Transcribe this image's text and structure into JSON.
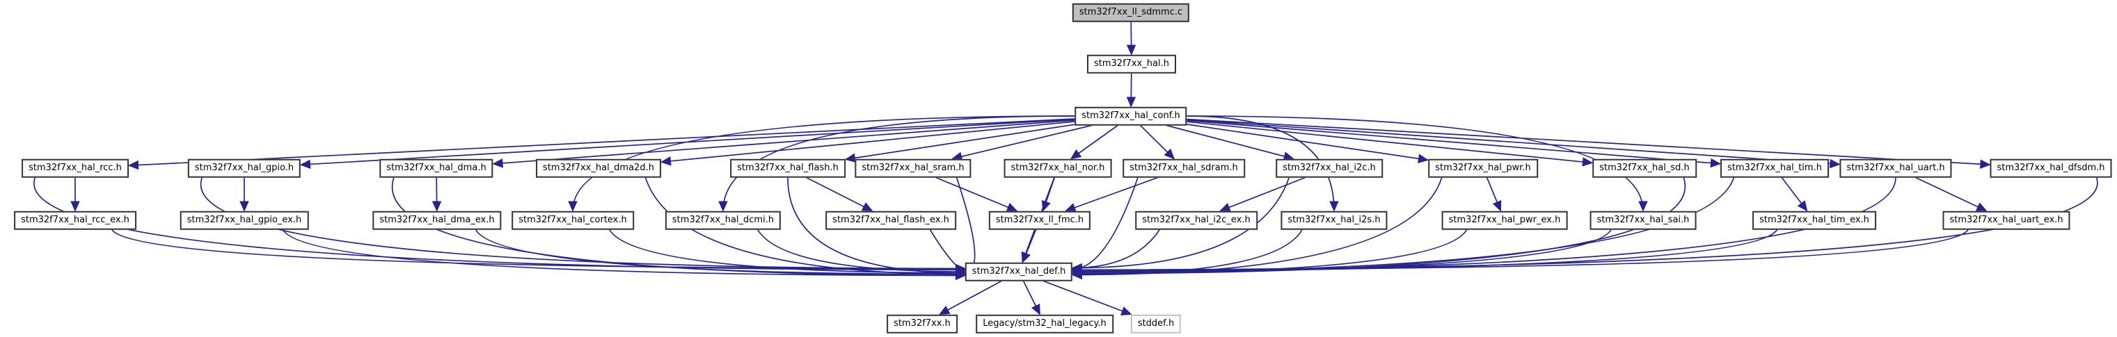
{
  "colors": {
    "edge": "#24248c",
    "node_border": "#333333",
    "node_fill": "#ffffff",
    "source_fill": "#bfbfbf",
    "external_border": "#c0c0c0",
    "text": "#000000",
    "background": "#ffffff"
  },
  "diagram": {
    "type": "include-dependency-graph",
    "nodes": [
      {
        "id": "ll_sdmmc_c",
        "label": "stm32f7xx_ll_sdmmc.c",
        "type": "source"
      },
      {
        "id": "hal",
        "label": "stm32f7xx_hal.h",
        "type": "header"
      },
      {
        "id": "conf",
        "label": "stm32f7xx_hal_conf.h",
        "type": "header"
      },
      {
        "id": "rcc",
        "label": "stm32f7xx_hal_rcc.h",
        "type": "header"
      },
      {
        "id": "gpio",
        "label": "stm32f7xx_hal_gpio.h",
        "type": "header"
      },
      {
        "id": "dma",
        "label": "stm32f7xx_hal_dma.h",
        "type": "header"
      },
      {
        "id": "dma2d",
        "label": "stm32f7xx_hal_dma2d.h",
        "type": "header"
      },
      {
        "id": "flash",
        "label": "stm32f7xx_hal_flash.h",
        "type": "header"
      },
      {
        "id": "sram",
        "label": "stm32f7xx_hal_sram.h",
        "type": "header"
      },
      {
        "id": "nor",
        "label": "stm32f7xx_hal_nor.h",
        "type": "header"
      },
      {
        "id": "sdram",
        "label": "stm32f7xx_hal_sdram.h",
        "type": "header"
      },
      {
        "id": "i2c",
        "label": "stm32f7xx_hal_i2c.h",
        "type": "header"
      },
      {
        "id": "pwr",
        "label": "stm32f7xx_hal_pwr.h",
        "type": "header"
      },
      {
        "id": "sd",
        "label": "stm32f7xx_hal_sd.h",
        "type": "header"
      },
      {
        "id": "tim",
        "label": "stm32f7xx_hal_tim.h",
        "type": "header"
      },
      {
        "id": "uart",
        "label": "stm32f7xx_hal_uart.h",
        "type": "header"
      },
      {
        "id": "dfsdm",
        "label": "stm32f7xx_hal_dfsdm.h",
        "type": "header"
      },
      {
        "id": "rcc_ex",
        "label": "stm32f7xx_hal_rcc_ex.h",
        "type": "header"
      },
      {
        "id": "gpio_ex",
        "label": "stm32f7xx_hal_gpio_ex.h",
        "type": "header"
      },
      {
        "id": "dma_ex",
        "label": "stm32f7xx_hal_dma_ex.h",
        "type": "header"
      },
      {
        "id": "cortex",
        "label": "stm32f7xx_hal_cortex.h",
        "type": "header"
      },
      {
        "id": "dcmi",
        "label": "stm32f7xx_hal_dcmi.h",
        "type": "header"
      },
      {
        "id": "flash_ex",
        "label": "stm32f7xx_hal_flash_ex.h",
        "type": "header"
      },
      {
        "id": "ll_fmc",
        "label": "stm32f7xx_ll_fmc.h",
        "type": "header"
      },
      {
        "id": "i2c_ex",
        "label": "stm32f7xx_hal_i2c_ex.h",
        "type": "header"
      },
      {
        "id": "i2s",
        "label": "stm32f7xx_hal_i2s.h",
        "type": "header"
      },
      {
        "id": "pwr_ex",
        "label": "stm32f7xx_hal_pwr_ex.h",
        "type": "header"
      },
      {
        "id": "sai",
        "label": "stm32f7xx_hal_sai.h",
        "type": "header"
      },
      {
        "id": "tim_ex",
        "label": "stm32f7xx_hal_tim_ex.h",
        "type": "header"
      },
      {
        "id": "uart_ex",
        "label": "stm32f7xx_hal_uart_ex.h",
        "type": "header"
      },
      {
        "id": "def",
        "label": "stm32f7xx_hal_def.h",
        "type": "header"
      },
      {
        "id": "f7xx",
        "label": "stm32f7xx.h",
        "type": "header"
      },
      {
        "id": "legacy",
        "label": "Legacy/stm32_hal_legacy.h",
        "type": "header"
      },
      {
        "id": "stddef",
        "label": "stddef.h",
        "type": "external"
      }
    ],
    "edges": [
      {
        "from": "ll_sdmmc_c",
        "to": "hal",
        "style": "line"
      },
      {
        "from": "hal",
        "to": "conf",
        "style": "line"
      },
      {
        "from": "conf",
        "to": "rcc",
        "style": "line"
      },
      {
        "from": "conf",
        "to": "gpio",
        "style": "line"
      },
      {
        "from": "conf",
        "to": "dma",
        "style": "line"
      },
      {
        "from": "conf",
        "to": "dma2d",
        "style": "line"
      },
      {
        "from": "conf",
        "to": "flash",
        "style": "line"
      },
      {
        "from": "conf",
        "to": "sram",
        "style": "line"
      },
      {
        "from": "conf",
        "to": "nor",
        "style": "line"
      },
      {
        "from": "conf",
        "to": "sdram",
        "style": "line"
      },
      {
        "from": "conf",
        "to": "i2c",
        "style": "line"
      },
      {
        "from": "conf",
        "to": "pwr",
        "style": "line"
      },
      {
        "from": "conf",
        "to": "sd",
        "style": "line"
      },
      {
        "from": "conf",
        "to": "tim",
        "style": "line"
      },
      {
        "from": "conf",
        "to": "uart",
        "style": "line"
      },
      {
        "from": "conf",
        "to": "dfsdm",
        "style": "line"
      },
      {
        "from": "conf",
        "to": "cortex",
        "style": "fan"
      },
      {
        "from": "conf",
        "to": "dcmi",
        "style": "fan"
      },
      {
        "from": "conf",
        "to": "i2s",
        "style": "fan"
      },
      {
        "from": "conf",
        "to": "sai",
        "style": "fan"
      },
      {
        "from": "rcc",
        "to": "rcc_ex",
        "style": "line"
      },
      {
        "from": "gpio",
        "to": "gpio_ex",
        "style": "line"
      },
      {
        "from": "dma",
        "to": "dma_ex",
        "style": "line"
      },
      {
        "from": "flash",
        "to": "flash_ex",
        "style": "line"
      },
      {
        "from": "i2c",
        "to": "i2c_ex",
        "style": "line"
      },
      {
        "from": "pwr",
        "to": "pwr_ex",
        "style": "line"
      },
      {
        "from": "tim",
        "to": "tim_ex",
        "style": "line"
      },
      {
        "from": "uart",
        "to": "uart_ex",
        "style": "line"
      },
      {
        "from": "sram",
        "to": "ll_fmc",
        "style": "line"
      },
      {
        "from": "nor",
        "to": "ll_fmc",
        "style": "line"
      },
      {
        "from": "sdram",
        "to": "ll_fmc",
        "style": "line"
      },
      {
        "from": "rcc",
        "to": "def",
        "style": "drop"
      },
      {
        "from": "gpio",
        "to": "def",
        "style": "drop"
      },
      {
        "from": "dma",
        "to": "def",
        "style": "drop"
      },
      {
        "from": "dma2d",
        "to": "def",
        "style": "drop"
      },
      {
        "from": "flash",
        "to": "def",
        "style": "drop"
      },
      {
        "from": "sram",
        "to": "def",
        "style": "drop"
      },
      {
        "from": "nor",
        "to": "def",
        "style": "drop"
      },
      {
        "from": "sdram",
        "to": "def",
        "style": "drop"
      },
      {
        "from": "i2c",
        "to": "def",
        "style": "drop"
      },
      {
        "from": "pwr",
        "to": "def",
        "style": "drop"
      },
      {
        "from": "sd",
        "to": "def",
        "style": "drop"
      },
      {
        "from": "tim",
        "to": "def",
        "style": "drop"
      },
      {
        "from": "uart",
        "to": "def",
        "style": "drop"
      },
      {
        "from": "dfsdm",
        "to": "def",
        "style": "drop"
      },
      {
        "from": "rcc_ex",
        "to": "def",
        "style": "drop"
      },
      {
        "from": "gpio_ex",
        "to": "def",
        "style": "drop"
      },
      {
        "from": "dma_ex",
        "to": "def",
        "style": "drop"
      },
      {
        "from": "cortex",
        "to": "def",
        "style": "drop"
      },
      {
        "from": "dcmi",
        "to": "def",
        "style": "drop"
      },
      {
        "from": "flash_ex",
        "to": "def",
        "style": "drop"
      },
      {
        "from": "ll_fmc",
        "to": "def",
        "style": "drop"
      },
      {
        "from": "i2c_ex",
        "to": "def",
        "style": "drop"
      },
      {
        "from": "i2s",
        "to": "def",
        "style": "drop"
      },
      {
        "from": "pwr_ex",
        "to": "def",
        "style": "drop"
      },
      {
        "from": "sai",
        "to": "def",
        "style": "drop"
      },
      {
        "from": "tim_ex",
        "to": "def",
        "style": "drop"
      },
      {
        "from": "uart_ex",
        "to": "def",
        "style": "drop"
      },
      {
        "from": "def",
        "to": "f7xx",
        "style": "line"
      },
      {
        "from": "def",
        "to": "legacy",
        "style": "line"
      },
      {
        "from": "def",
        "to": "stddef",
        "style": "line"
      }
    ]
  }
}
